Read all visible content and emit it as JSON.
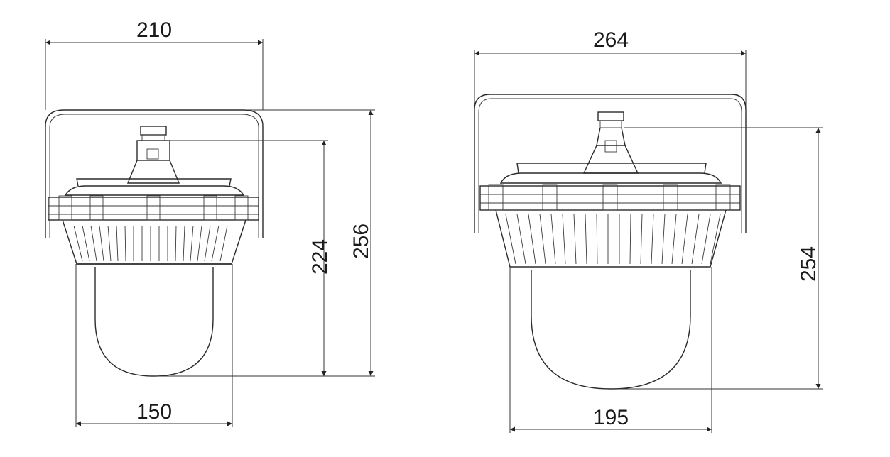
{
  "drawing": {
    "left_view": {
      "width_top": "210",
      "width_bottom": "150",
      "height_inner": "224",
      "height_outer": "256"
    },
    "right_view": {
      "width_top": "264",
      "width_bottom": "195",
      "height": "254"
    }
  },
  "colors": {
    "line": "#2b2b2b",
    "background": "#ffffff"
  }
}
